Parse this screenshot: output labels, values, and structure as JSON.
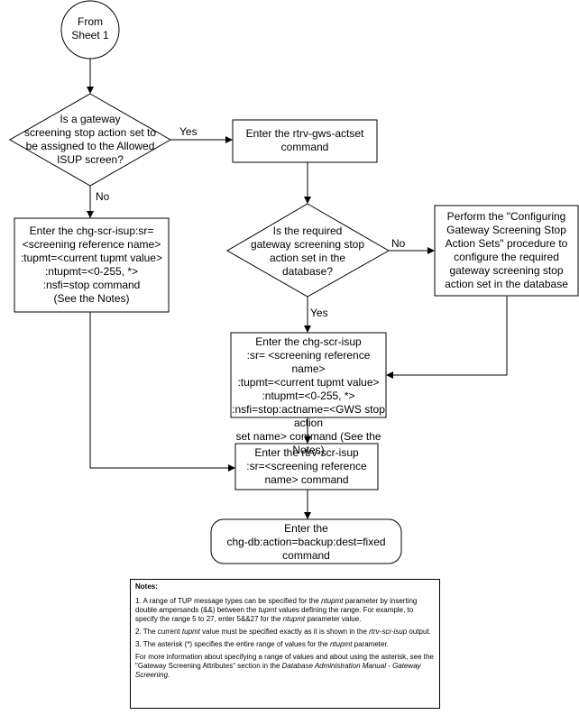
{
  "start": {
    "line1": "From",
    "line2": "Sheet 1"
  },
  "decision1": {
    "lines": [
      "Is a gateway",
      "screening stop action set to",
      "be assigned to the Allowed",
      "ISUP screen?"
    ],
    "yes": "Yes",
    "no": "No"
  },
  "rtrv_actset": {
    "line1_a": "Enter the ",
    "line1_b": "rtrv-gws-actset",
    "line2": "command"
  },
  "decision2": {
    "lines": [
      "Is the required",
      "gateway screening stop",
      "action set in the",
      "database?"
    ],
    "yes": "Yes",
    "no": "No"
  },
  "configure_box": {
    "lines": [
      "Perform the \"Configuring",
      "Gateway Screening Stop",
      "Action Sets\" procedure to",
      "configure the required",
      "gateway screening stop",
      "action set in the database"
    ]
  },
  "chg_no_actset": {
    "l1a": "Enter the ",
    "l1b": "chg-scr-isup:sr=",
    "l2": "<screening reference name>",
    "l3": ":tupmt=<current tupmt value>",
    "l4": ":ntupmt=<0-255, *>",
    "l5a": ":nsfi=stop",
    "l5b": " command",
    "l6": "(See the Notes)"
  },
  "chg_with_actset": {
    "l1a": "Enter the ",
    "l1b": "chg-scr-isup",
    "l2": ":sr= <screening reference name>",
    "l3": ":tupmt=<current tupmt value>",
    "l4": ":ntupmt=<0-255, *>",
    "l5": ":nsfi=stop:actname=<GWS stop action",
    "l6a": "set name>",
    "l6b": "  command (See the Notes)"
  },
  "rtrv_isup": {
    "l1a": "Enter the ",
    "l1b": "rtrv-scr-isup",
    "l2": ":sr=<screening reference",
    "l3a": "name>",
    "l3b": "  command"
  },
  "backup": {
    "l1": "Enter the",
    "l2": "chg-db:action=backup:dest=fixed",
    "l3": "command"
  },
  "notes": {
    "title": "Notes:",
    "n1a": "1. A range of TUP message types can be specified for the ",
    "n1b": "ntupmt",
    "n1c": " parameter by inserting double ampersands (&&) between the ",
    "n1d": "tupmt",
    "n1e": " values defining the range.  For example, to specify the range 5 to 27, enter 5&&27 for the ",
    "n1f": "ntupmt",
    "n1g": " parameter value.",
    "n2a": "2. The current ",
    "n2b": "tupmt",
    "n2c": " value must be specified exactly as it is shown in the ",
    "n2d": "rtrv-scr-isup",
    "n2e": " output.",
    "n3a": "3. The asterisk (*) specifies the entire range of values for the ",
    "n3b": "ntupmt",
    "n3c": " parameter.",
    "n4a": "For more information about specifying a range of values and about using the asterisk, see the \"Gateway Screening Attributes\" section in the ",
    "n4b": "Database Administration Manual - Gateway Screening",
    "n4c": "."
  }
}
